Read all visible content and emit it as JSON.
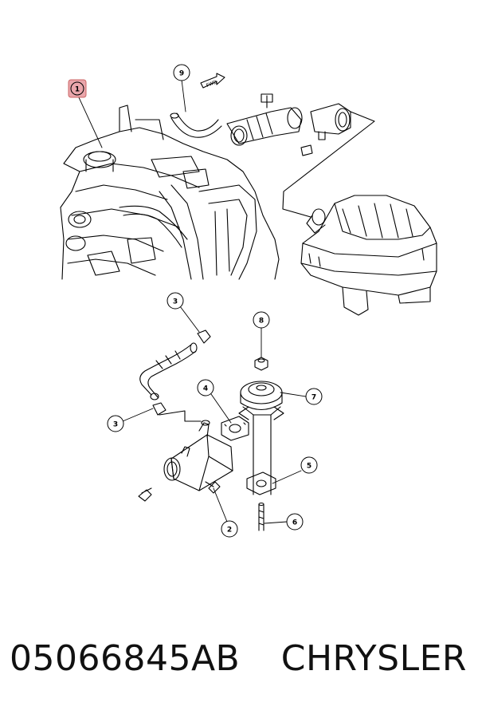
{
  "diagram": {
    "fwd_label": "FWD",
    "callouts": [
      {
        "id": "1",
        "label": "1",
        "highlighted": true
      },
      {
        "id": "9",
        "label": "9"
      },
      {
        "id": "3a",
        "label": "3"
      },
      {
        "id": "8",
        "label": "8"
      },
      {
        "id": "4",
        "label": "4"
      },
      {
        "id": "7",
        "label": "7"
      },
      {
        "id": "3b",
        "label": "3"
      },
      {
        "id": "5",
        "label": "5"
      },
      {
        "id": "2",
        "label": "2"
      },
      {
        "id": "6",
        "label": "6"
      }
    ],
    "highlight_color": "#e9a6ab"
  },
  "caption": {
    "part_number": "05066845AB",
    "brand": "CHRYSLER"
  }
}
